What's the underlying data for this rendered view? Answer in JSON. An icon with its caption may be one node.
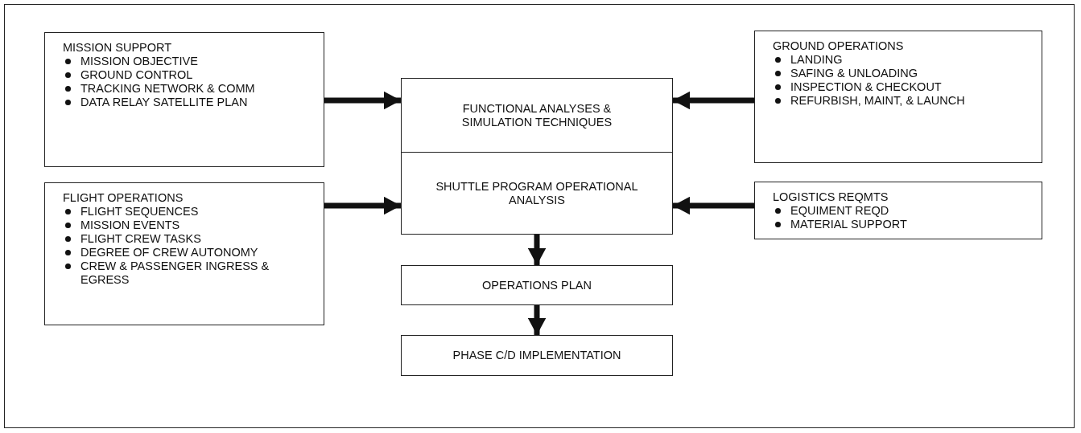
{
  "diagram": {
    "nodes": [
      {
        "text": [
          "MISSION SUPPORT",
          "MISSION OBJECTIVE",
          "GROUND CONTROL",
          "TRACKING NETWORK & COMM",
          "DATA RELAY SATELLITE PLAN"
        ]
      },
      {
        "text": [
          "FUNCTIONAL ANALYSES & SIMULATION TECHNIQUES"
        ]
      },
      {
        "text": [
          "GROUND OPERATIONS",
          "LANDING",
          "SAFING & UNLOADING",
          "INSPECTION & CHECKOUT",
          "REFURBISH, MAINT, & LAUNCH"
        ]
      },
      {
        "text": [
          "FLIGHT OPERATIONS",
          "FLIGHT SEQUENCES",
          "MISSION EVENTS",
          "FLIGHT CREW TASKS",
          "DEGREE OF CREW AUTONOMY",
          "CREW & PASSENGER INGRESS & EGRESS"
        ]
      },
      {
        "text": [
          "SHUTTLE PROGRAM OPERATIONAL ANALYSIS"
        ]
      },
      {
        "text": [
          "LOGISTICS REQMTS",
          "EQUIMENT REQD",
          "MATERIAL SUPPORT"
        ]
      },
      {
        "text": [
          "OPERATIONS PLAN"
        ]
      },
      {
        "text": [
          "PHASE C/D IMPLEMENTATION"
        ]
      }
    ],
    "edges": [
      {
        "from": 0,
        "to": 1,
        "arrow": "to"
      },
      {
        "from": 2,
        "to": 1,
        "arrow": "to"
      },
      {
        "from": 3,
        "to": 4,
        "arrow": "to"
      },
      {
        "from": 5,
        "to": 4,
        "arrow": "to"
      },
      {
        "from": 4,
        "to": 6,
        "arrow": "to"
      },
      {
        "from": 6,
        "to": 7,
        "arrow": "to"
      }
    ]
  }
}
